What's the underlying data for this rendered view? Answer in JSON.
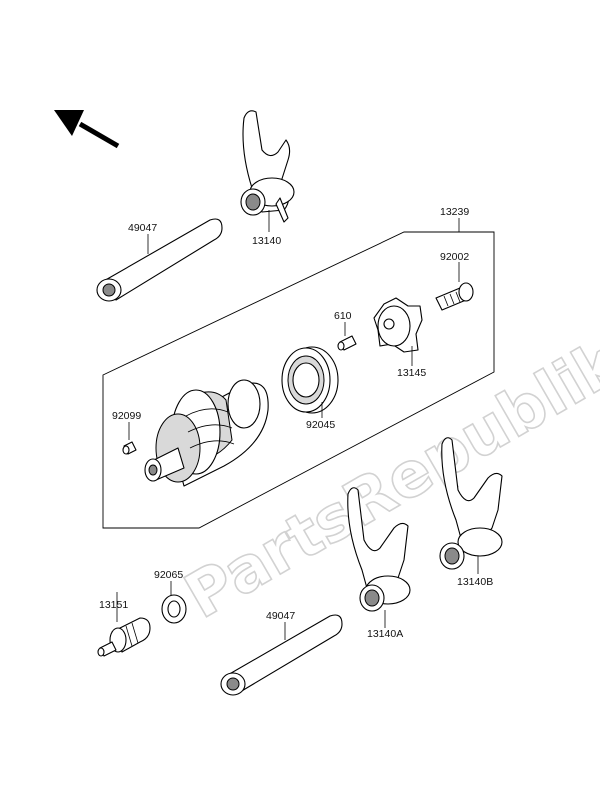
{
  "watermark": "PartsRepublik",
  "labels": {
    "p13140": "13140",
    "p49047_top": "49047",
    "p13239": "13239",
    "p92002": "92002",
    "p610": "610",
    "p13145": "13145",
    "p92045": "92045",
    "p92099": "92099",
    "p92065": "92065",
    "p13151": "13151",
    "p49047_bottom": "49047",
    "p13140A": "13140A",
    "p13140B": "13140B"
  }
}
